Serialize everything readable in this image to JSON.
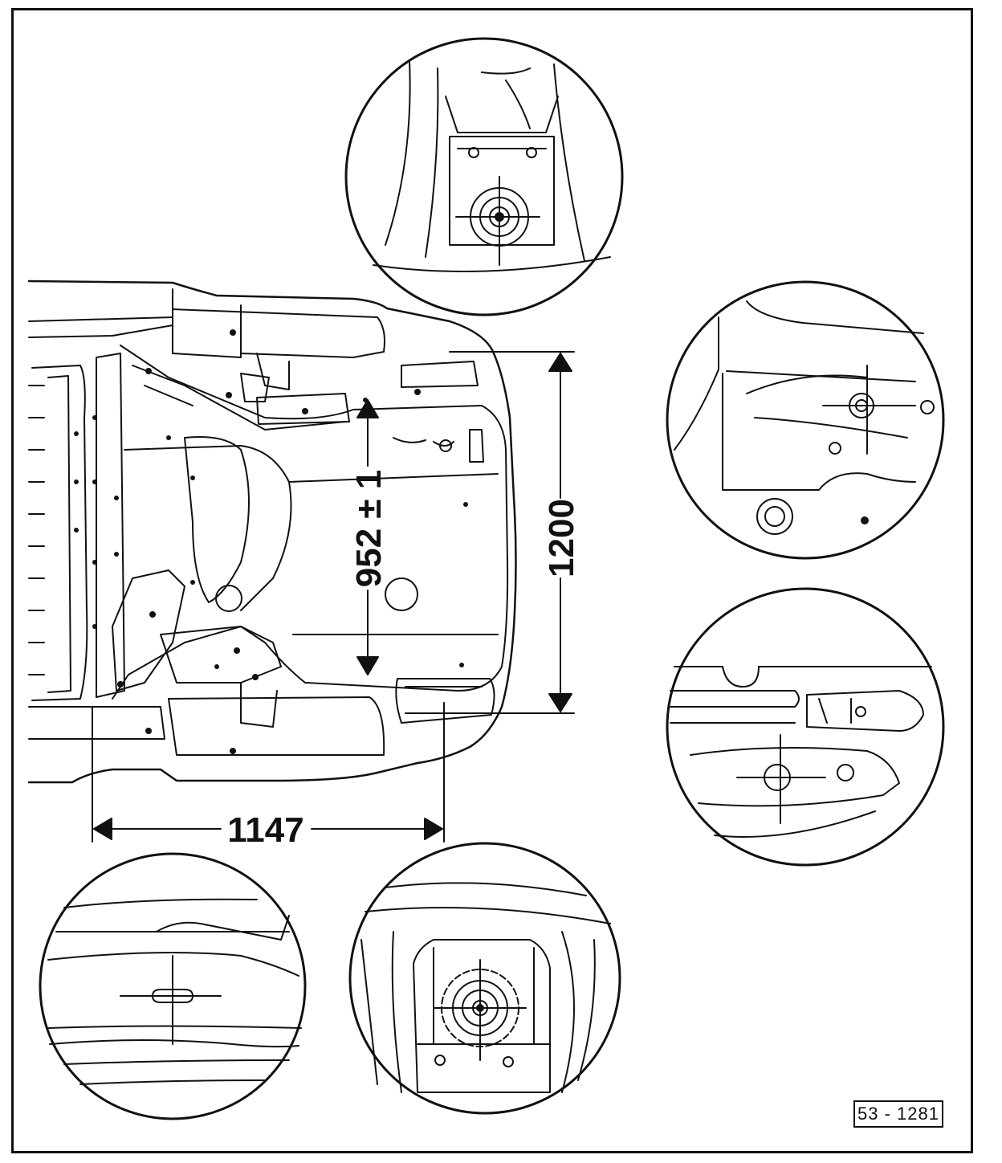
{
  "figure": {
    "reference": "53 - 1281"
  },
  "dimensions": {
    "length": "1147",
    "width": "1200",
    "height": "952 ± 1"
  },
  "details": [
    {
      "name": "detail-front-mount-top"
    },
    {
      "name": "detail-right-upper-point"
    },
    {
      "name": "detail-right-lower-point"
    },
    {
      "name": "detail-sill-point"
    },
    {
      "name": "detail-rear-mount-bottom"
    }
  ]
}
